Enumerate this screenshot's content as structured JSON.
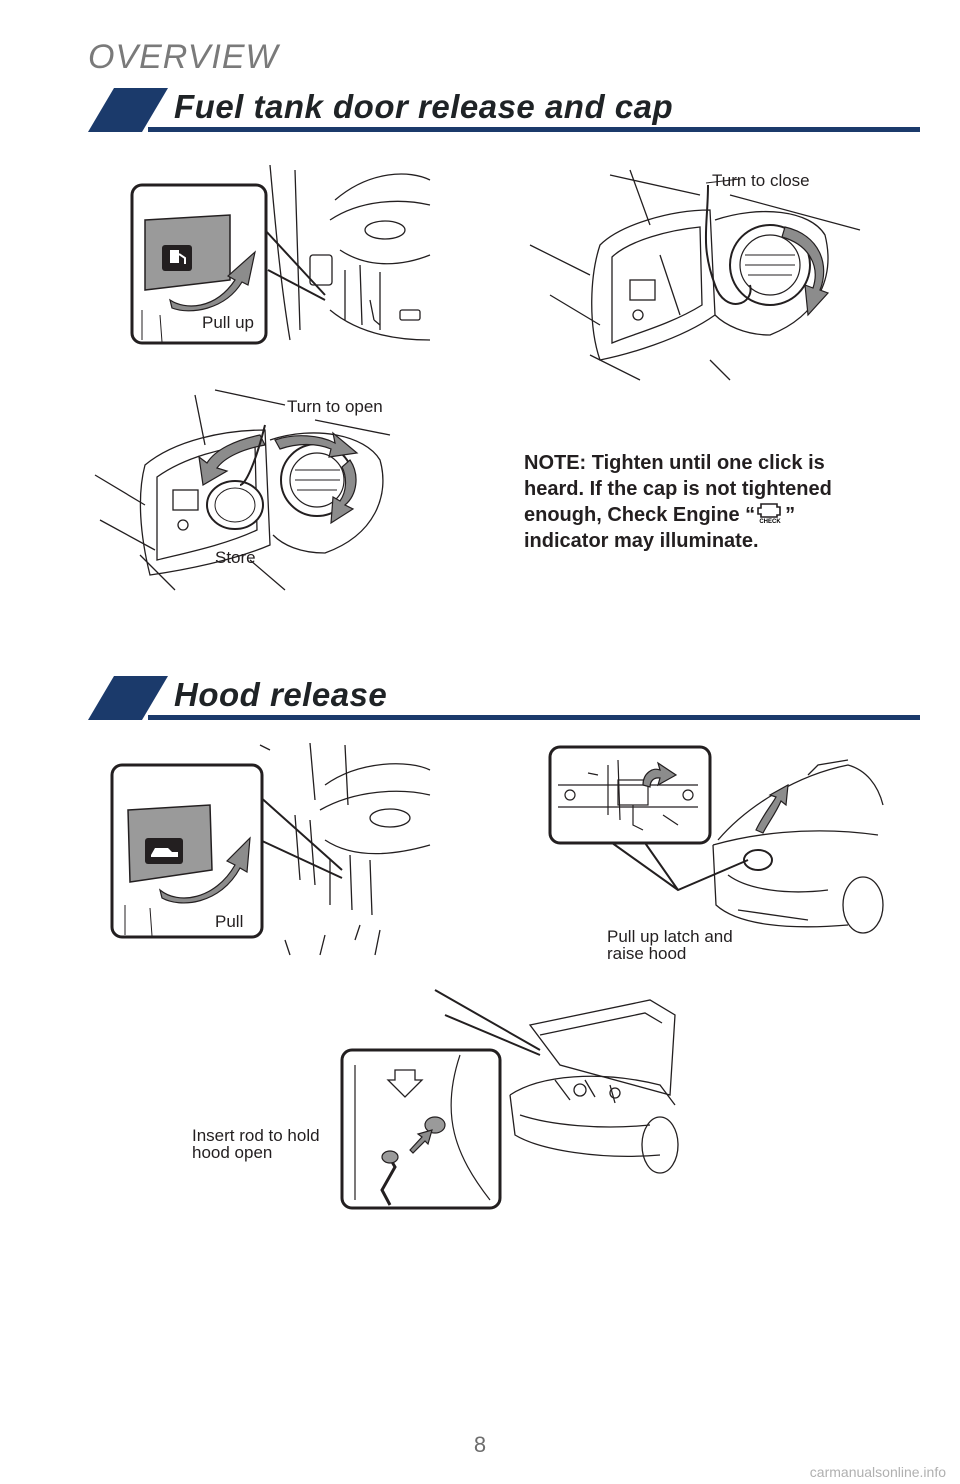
{
  "page": {
    "section_label": "OVERVIEW",
    "page_number": "8",
    "watermark": "carmanualsonline.info"
  },
  "fuel": {
    "title": "Fuel tank door release and cap",
    "pull_up": "Pull up",
    "turn_to_close": "Turn to close",
    "turn_to_open": "Turn to open",
    "store": "Store",
    "note_before_icon": "NOTE: Tighten until one click is heard. If the cap is not tightened enough, Check Engine “",
    "note_after_icon": "” indicator may illuminate.",
    "check_icon_text": "CHECK"
  },
  "hood": {
    "title": "Hood release",
    "pull": "Pull",
    "pull_up_latch_line1": "Pull up latch and",
    "pull_up_latch_line2": "raise hood",
    "insert_rod_line1": "Insert rod to hold",
    "insert_rod_line2": "hood open"
  },
  "colors": {
    "header_blue": "#1b3a6b",
    "arrow_gray": "#8c8c8c",
    "panel_gray": "#9a9a9a"
  }
}
